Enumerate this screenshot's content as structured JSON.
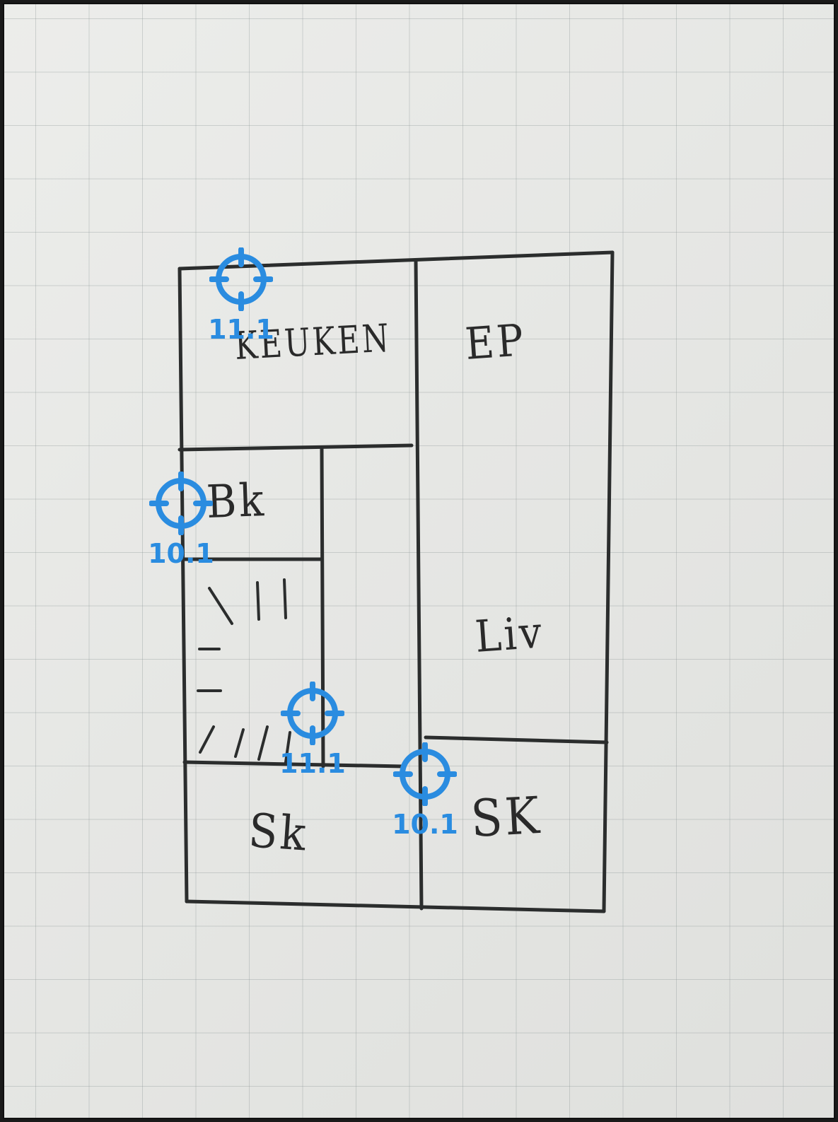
{
  "floor_plan": {
    "rooms": [
      {
        "id": "keuken",
        "label": "KEUKEN"
      },
      {
        "id": "ep",
        "label": "EP"
      },
      {
        "id": "bk",
        "label": "Bk"
      },
      {
        "id": "liv",
        "label": "Liv"
      },
      {
        "id": "sk-left",
        "label": "Sk"
      },
      {
        "id": "sk-right",
        "label": "SK"
      }
    ]
  },
  "markers": [
    {
      "id": "marker-1",
      "value": "11.1"
    },
    {
      "id": "marker-2",
      "value": "10.1"
    },
    {
      "id": "marker-3",
      "value": "11.1"
    },
    {
      "id": "marker-4",
      "value": "10.1"
    }
  ],
  "colors": {
    "marker": "#2a8ce0",
    "ink": "#2b2d2d",
    "paper": "#e8e9e6"
  }
}
